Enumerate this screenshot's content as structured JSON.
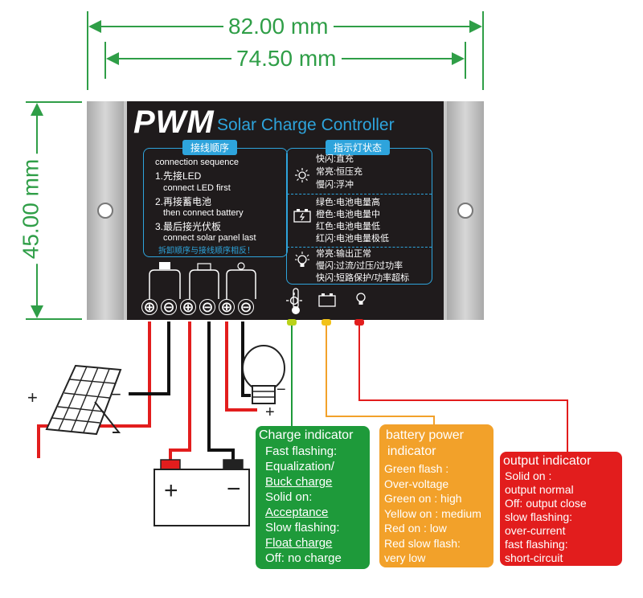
{
  "dimensions": {
    "outer_width": "82.00 mm",
    "inner_width": "74.50 mm",
    "height": "45.00 mm",
    "dimension_color": "#2f9e47"
  },
  "controller": {
    "brand": "PWM",
    "subtitle": "Solar Charge Controller",
    "connection_box": {
      "tab": "接线顺序",
      "heading": "connection  sequence",
      "step1_cn": "1.先接LED",
      "step1_en": "connect LED first",
      "step2_cn": "2.再接蓄电池",
      "step2_en": "then connect battery",
      "step3_cn": "3.最后接光伏板",
      "step3_en": "connect solar panel last",
      "note": "拆卸顺序与接线顺序相反！"
    },
    "indicator_box": {
      "tab": "指示灯状态",
      "charge": [
        "快闪:直充",
        "常亮:恒压充",
        "慢闪:浮冲"
      ],
      "battery": [
        "绿色:电池电量高",
        "橙色:电池电量中",
        "红色:电池电量低",
        "红闪:电池电量极低"
      ],
      "output": [
        "常亮:输出正常",
        "慢闪:过流/过压/过功率",
        "快闪:短路保护/功率超标"
      ]
    },
    "terminals": [
      "⊕",
      "⊖",
      "⊕",
      "⊖",
      "⊕",
      "⊖"
    ],
    "colors": {
      "panel": "#1f1b1c",
      "accent": "#2ea4dc"
    }
  },
  "wiring": {
    "solar_plus": "+",
    "solar_minus": "−",
    "lamp_minus": "−",
    "lamp_plus": "+",
    "battery_plus": "+",
    "battery_minus": "−"
  },
  "charge_indicator": {
    "title": "Charge indicator",
    "lines": [
      {
        "text": "Fast flashing:",
        "u": false
      },
      {
        "text": "Equalization/",
        "u": false
      },
      {
        "text": "Buck charge",
        "u": true
      },
      {
        "text": "Solid on:",
        "u": false
      },
      {
        "text": "Acceptance",
        "u": true
      },
      {
        "text": "Slow flashing:",
        "u": false
      },
      {
        "text": "Float charge",
        "u": true
      },
      {
        "text": "Off: no charge",
        "u": false
      }
    ],
    "color": "#1e9a3a"
  },
  "battery_indicator": {
    "title1": "battery power",
    "title2": "indicator",
    "lines": [
      "Green flash :",
      "Over-voltage",
      "Green on :  high",
      "Yellow on : medium",
      "Red on :      low",
      "Red slow flash:",
      "very low"
    ],
    "color": "#f2a12a"
  },
  "output_indicator": {
    "title": "output indicator",
    "lines": [
      "Solid on :",
      "output normal",
      "Off: output close",
      "slow flashing:",
      "over-current",
      "fast flashing:",
      "short-circuit"
    ],
    "color": "#e21d1d"
  }
}
